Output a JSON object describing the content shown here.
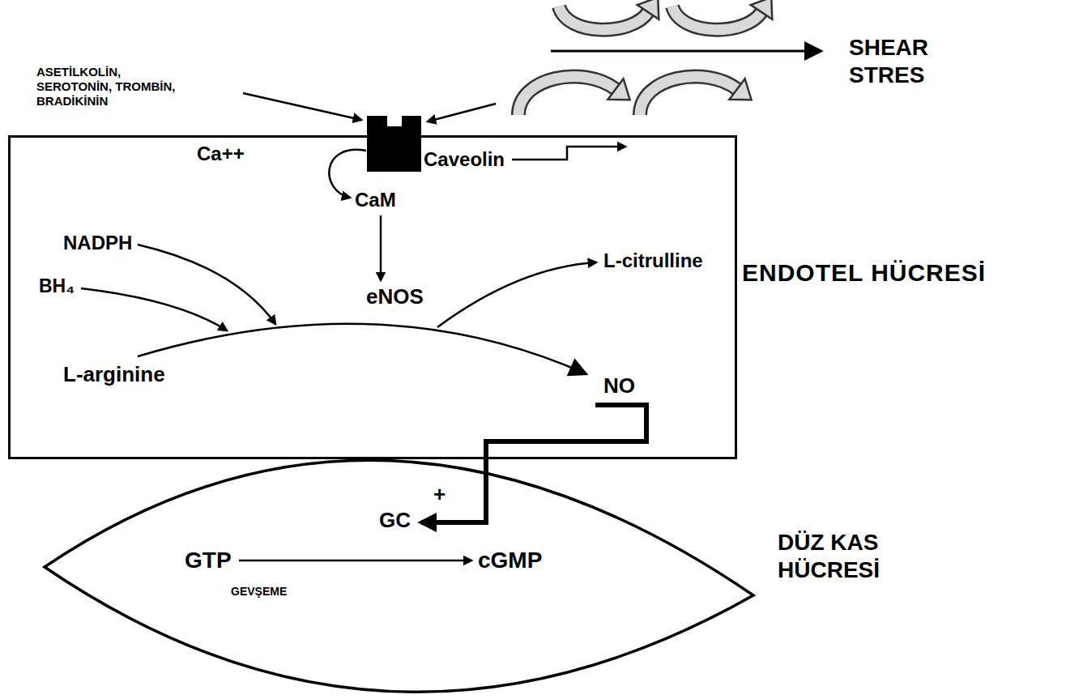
{
  "diagram": {
    "nodes": [
      {
        "text": [
          "ENDOTEL HÜCRESİ"
        ]
      },
      {
        "text": [
          "DÜZ KAS HÜCRESİ"
        ]
      }
    ],
    "labels": [
      "ASETİLKOLİN, SEROTONİN, TROMBİN, BRADİKİNİN",
      "SHEAR STRES",
      "Ca++",
      "Caveolin",
      "CaM",
      "NADPH",
      "L-citrulline",
      "BH₄",
      "eNOS",
      "L-arginine",
      "NO",
      "+",
      "GC",
      "GTP",
      "cGMP",
      "GEVŞEME"
    ]
  }
}
